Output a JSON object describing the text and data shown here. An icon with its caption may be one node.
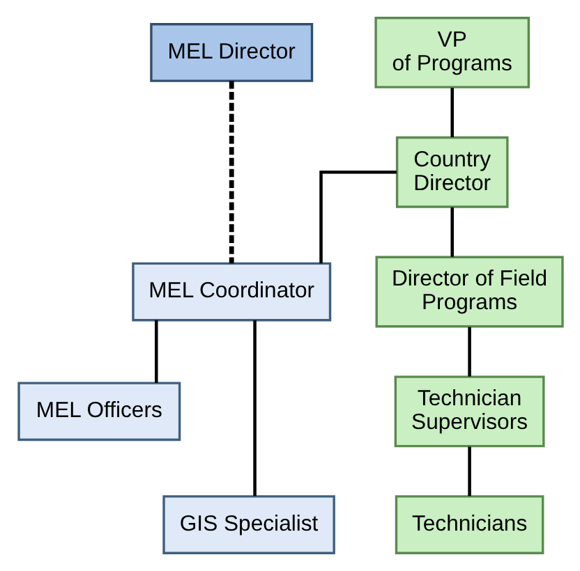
{
  "diagram": {
    "nodes": [
      {
        "text": [
          "MEL Director"
        ]
      },
      {
        "text": [
          "VP of Programs"
        ]
      },
      {
        "text": [
          "Country Director"
        ]
      },
      {
        "text": [
          "Director of Field Programs"
        ]
      },
      {
        "text": [
          "MEL Coordinator"
        ]
      },
      {
        "text": [
          "Technician Supervisors"
        ]
      },
      {
        "text": [
          "MEL Officers"
        ]
      },
      {
        "text": [
          "Technicians"
        ]
      },
      {
        "text": [
          "GIS Specialist"
        ]
      }
    ],
    "edges": [
      {
        "from": 1,
        "to": 2,
        "arrow": "none"
      },
      {
        "from": 0,
        "to": 4,
        "arrow": "none",
        "style": "dashed"
      },
      {
        "from": 2,
        "to": 3,
        "arrow": "none"
      },
      {
        "from": 2,
        "to": 4,
        "arrow": "none"
      },
      {
        "from": 3,
        "to": 5,
        "arrow": "none"
      },
      {
        "from": 5,
        "to": 7,
        "arrow": "none"
      },
      {
        "from": 4,
        "to": 6,
        "arrow": "none"
      },
      {
        "from": 4,
        "to": 8,
        "arrow": "none"
      }
    ]
  }
}
